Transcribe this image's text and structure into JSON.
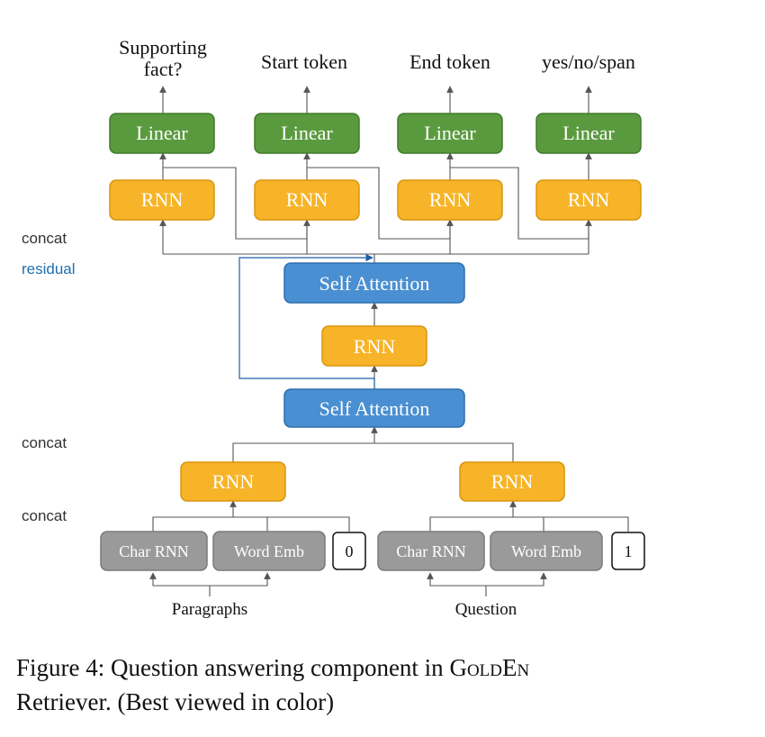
{
  "colors": {
    "linear": "#5a9a3f",
    "linear_border": "#437a2c",
    "rnn": "#f7b428",
    "rnn_border": "#d8950f",
    "attention": "#4a8fd1",
    "attention_border": "#2f6fae",
    "input": "#9a9a9a",
    "input_border": "#7a7a7a",
    "residual": "#1f5fa8"
  },
  "outputs": {
    "supporting_line1": "Supporting",
    "supporting_line2": "fact?",
    "start": "Start token",
    "end": "End token",
    "yesno": "yes/no/span"
  },
  "blocks": {
    "linear": "Linear",
    "rnn": "RNN",
    "self_attention": "Self Attention",
    "char_rnn": "Char RNN",
    "word_emb": "Word Emb",
    "indicator_paragraph": "0",
    "indicator_question": "1"
  },
  "inputs": {
    "paragraphs": "Paragraphs",
    "question": "Question"
  },
  "side_labels": {
    "concat_top": "concat",
    "residual": "residual",
    "concat_mid": "concat",
    "concat_bottom": "concat"
  },
  "caption": {
    "prefix": "Figure 4: Question answering component in ",
    "g": "G",
    "old": "old",
    "e": "E",
    "n": "n",
    "line2": "Retriever. (Best viewed in color)"
  }
}
